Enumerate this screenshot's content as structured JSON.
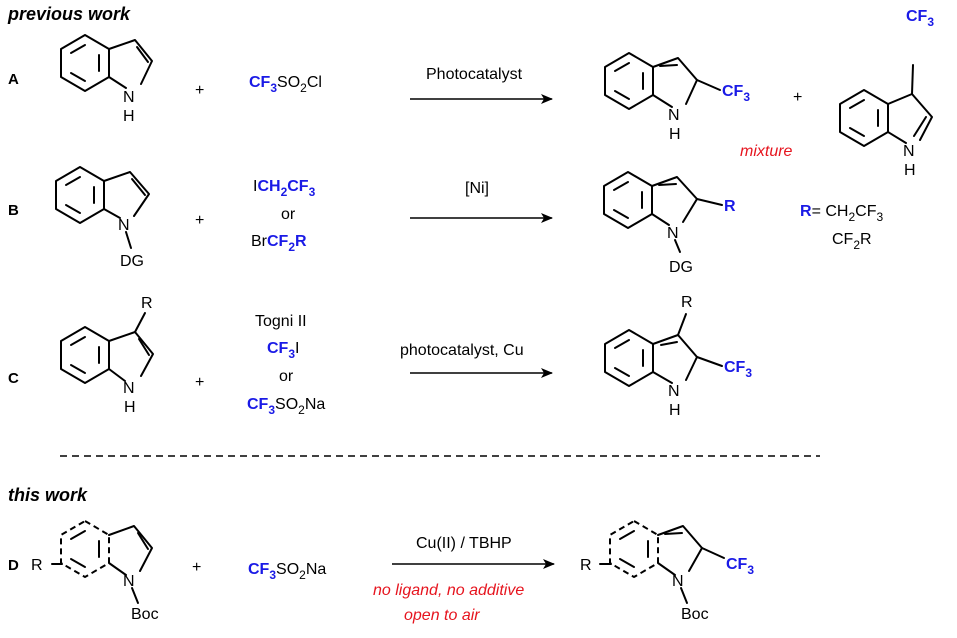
{
  "headers": {
    "previous": "previous work",
    "this": "this work"
  },
  "common": {
    "plus": "+",
    "nh": "N",
    "h": "H",
    "cf3": "CF",
    "sub3": "3"
  },
  "rowA": {
    "label": "A",
    "reagent_main": "CF",
    "reagent_sub": "3",
    "reagent_rest": "SO",
    "reagent_rest_sub": "2",
    "reagent_end": "Cl",
    "conditions": "Photocatalyst",
    "note": "mixture"
  },
  "rowB": {
    "label": "B",
    "dg": "DG",
    "r1_a": "I",
    "r1_b": "CH",
    "r1_b_sub": "2",
    "r1_c": "CF",
    "r1_c_sub": "3",
    "or": "or",
    "r2_a": "Br",
    "r2_b": "CF",
    "r2_b_sub": "2",
    "r2_c": "R",
    "conditions": "[Ni]",
    "product_r": "R",
    "def_r": "R",
    "def_eq": "= CH",
    "def_sub1": "2",
    "def_cf": "CF",
    "def_sub2": "3",
    "def_line2": "CF",
    "def_line2_sub": "2",
    "def_line2_end": "R"
  },
  "rowC": {
    "label": "C",
    "r_sub": "R",
    "reagent1": "Togni II",
    "reagent2_a": "CF",
    "reagent2_sub": "3",
    "reagent2_b": "I",
    "or": "or",
    "reagent3_a": "CF",
    "reagent3_sub": "3",
    "reagent3_b": "SO",
    "reagent3_sub2": "2",
    "reagent3_c": "Na",
    "conditions": "photocatalyst, Cu"
  },
  "rowD": {
    "label": "D",
    "r_sub": "R",
    "boc": "Boc",
    "reagent_a": "CF",
    "reagent_sub": "3",
    "reagent_b": "SO",
    "reagent_sub2": "2",
    "reagent_c": "Na",
    "conditions": "Cu(II) / TBHP",
    "note1": "no ligand, no additive",
    "note2": "open to air"
  }
}
